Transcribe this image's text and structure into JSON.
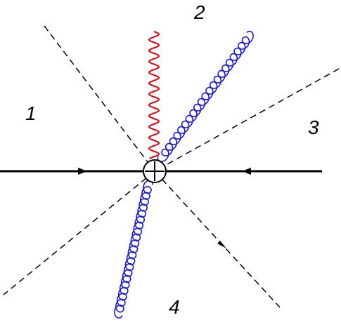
{
  "regions": [
    {
      "id": "1",
      "label": "1"
    },
    {
      "id": "2",
      "label": "2"
    },
    {
      "id": "3",
      "label": "3"
    },
    {
      "id": "4",
      "label": "4"
    }
  ],
  "colors": {
    "photon": "#e0000e",
    "gluon": "#1a1ad6",
    "fermion": "#000000",
    "cut_line": "#000000",
    "vertex_fill": "#ffffff"
  },
  "icons": {
    "vertex": "circled-plus-icon"
  }
}
